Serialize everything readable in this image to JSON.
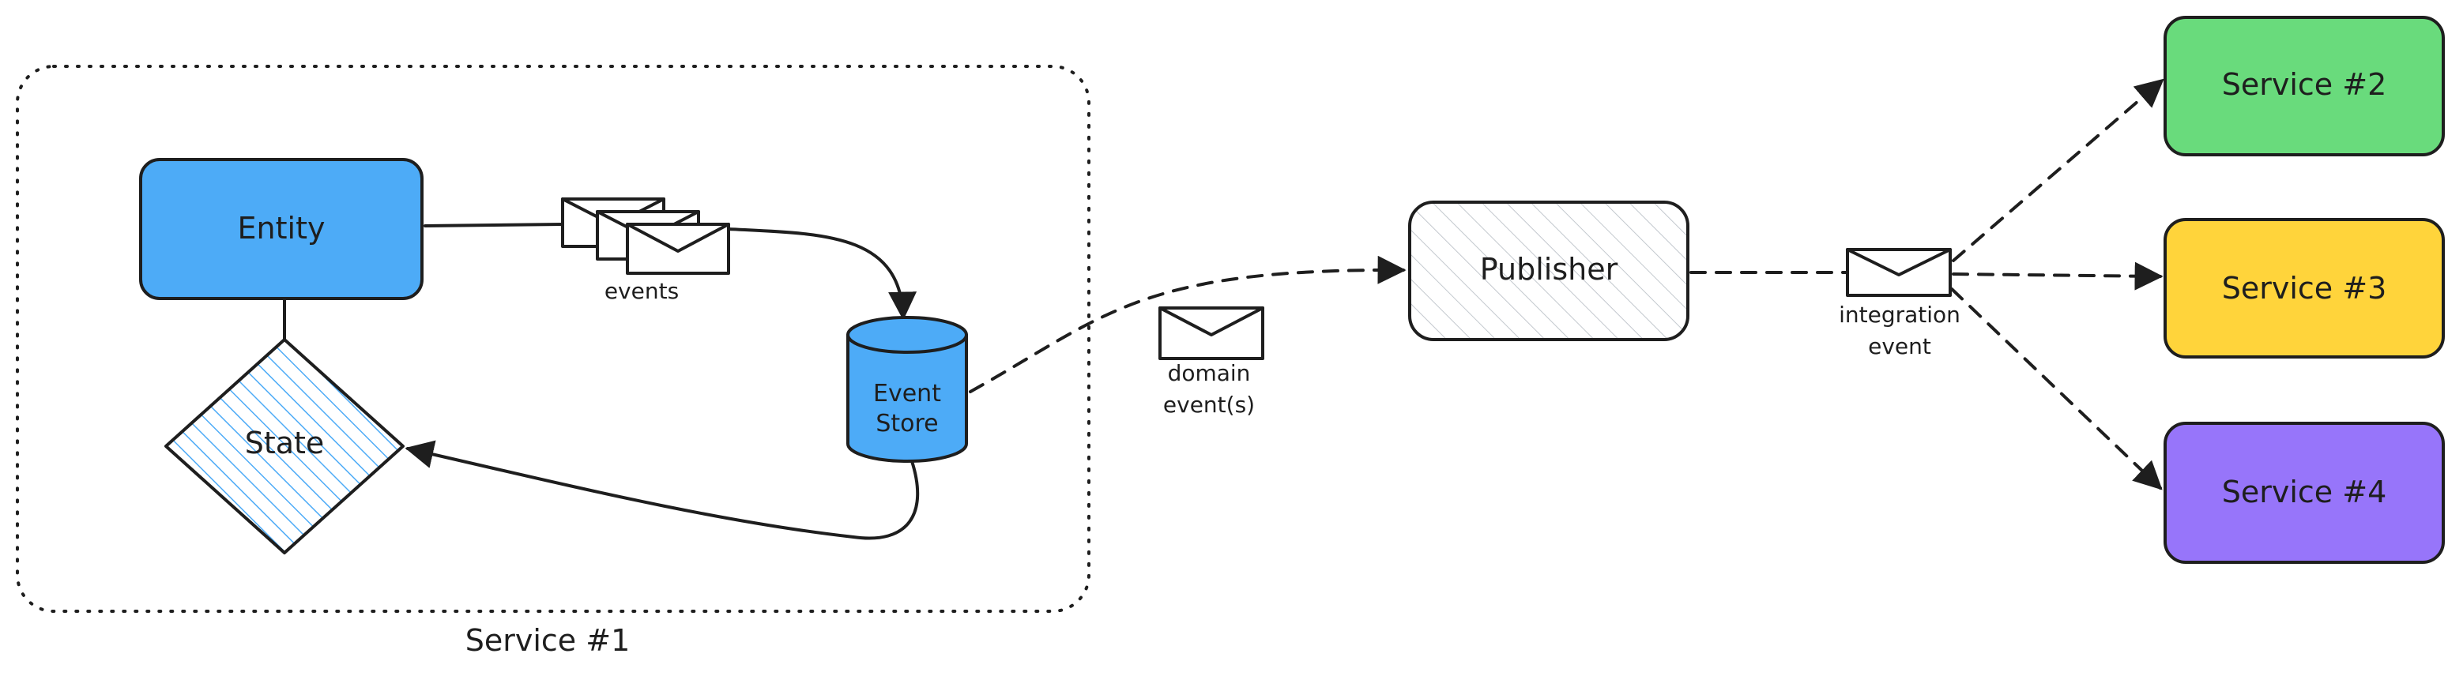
{
  "nodes": {
    "entity": {
      "label": "Entity",
      "color": "#4dabf7"
    },
    "state": {
      "label": "State",
      "color": "#4dabf7"
    },
    "event_store": {
      "label_line1": "Event",
      "label_line2": "Store",
      "color": "#4dabf7"
    },
    "publisher": {
      "label": "Publisher",
      "color": "#ced4da"
    },
    "service2": {
      "label": "Service #2",
      "color": "#69db7c"
    },
    "service3": {
      "label": "Service #3",
      "color": "#ffd43b"
    },
    "service4": {
      "label": "Service #4",
      "color": "#9775fa"
    }
  },
  "group": {
    "label": "Service #1"
  },
  "messages": {
    "events": {
      "label": "events"
    },
    "domain": {
      "label_line1": "domain",
      "label_line2": "event(s)"
    },
    "integration": {
      "label_line1": "integration",
      "label_line2": "event"
    }
  },
  "icons": [
    "envelope-icon",
    "database-icon"
  ]
}
